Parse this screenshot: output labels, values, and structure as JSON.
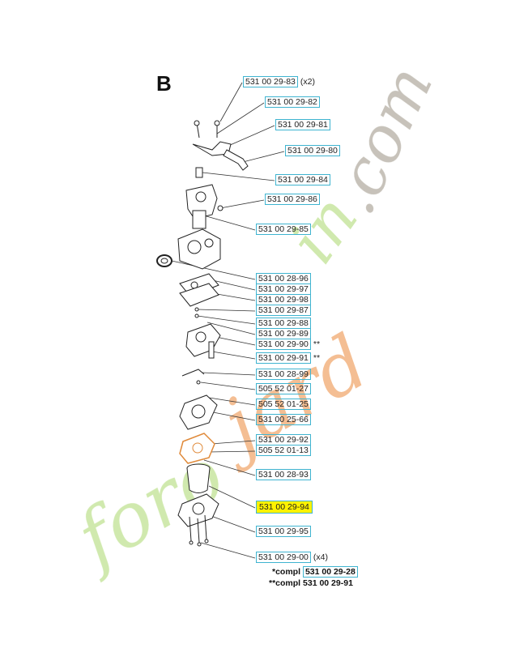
{
  "diagram": {
    "section_letter": "B",
    "watermark": "forojardin.com",
    "colors": {
      "highlight": "#fff200",
      "box_border": "#3fb4d0",
      "watermark_green": "#c8e6a0",
      "watermark_orange": "#f2b380",
      "watermark_gray": "#bdb8ae"
    },
    "labels": [
      {
        "id": "l01",
        "text": "531 00 29-83",
        "suffix": "(x2)"
      },
      {
        "id": "l02",
        "text": "531 00 29-82",
        "suffix": ""
      },
      {
        "id": "l03",
        "text": "531 00 29-81",
        "suffix": ""
      },
      {
        "id": "l04",
        "text": "531 00 29-80",
        "suffix": ""
      },
      {
        "id": "l05",
        "text": "531 00 29-84",
        "suffix": ""
      },
      {
        "id": "l06",
        "text": "531 00 29-86",
        "suffix": ""
      },
      {
        "id": "l07",
        "text": "531 00 29-85",
        "suffix": ""
      },
      {
        "id": "l08",
        "text": "531 00 28-96",
        "suffix": ""
      },
      {
        "id": "l09",
        "text": "531 00 29-97",
        "suffix": ""
      },
      {
        "id": "l10",
        "text": "531 00 29-98",
        "suffix": ""
      },
      {
        "id": "l11",
        "text": "531 00 29-87",
        "suffix": ""
      },
      {
        "id": "l12",
        "text": "531 00 29-88",
        "suffix": ""
      },
      {
        "id": "l13",
        "text": "531 00 29-89",
        "suffix": ""
      },
      {
        "id": "l14",
        "text": "531 00 29-90",
        "suffix": "**"
      },
      {
        "id": "l15",
        "text": "531 00 29-91",
        "suffix": "**"
      },
      {
        "id": "l16",
        "text": "531 00 28-99",
        "suffix": ""
      },
      {
        "id": "l17",
        "text": "505 52 01-27",
        "suffix": ""
      },
      {
        "id": "l18",
        "text": "505 52 01-25",
        "suffix": ""
      },
      {
        "id": "l19",
        "text": "531 00 25-66",
        "suffix": ""
      },
      {
        "id": "l20",
        "text": "531 00 29-92",
        "suffix": ""
      },
      {
        "id": "l21",
        "text": "505 52 01-13",
        "suffix": ""
      },
      {
        "id": "l22",
        "text": "531 00 28-93",
        "suffix": ""
      },
      {
        "id": "l23",
        "text": "531 00 29-94",
        "suffix": "",
        "highlighted": true
      },
      {
        "id": "l24",
        "text": "531 00 29-95",
        "suffix": ""
      },
      {
        "id": "l25",
        "text": "531 00 29-00",
        "suffix": "(x4)"
      }
    ],
    "notes": [
      {
        "prefix": "*compl",
        "number": "531 00 29-28"
      },
      {
        "prefix": "**compl",
        "number": "531 00 29-91"
      }
    ]
  }
}
